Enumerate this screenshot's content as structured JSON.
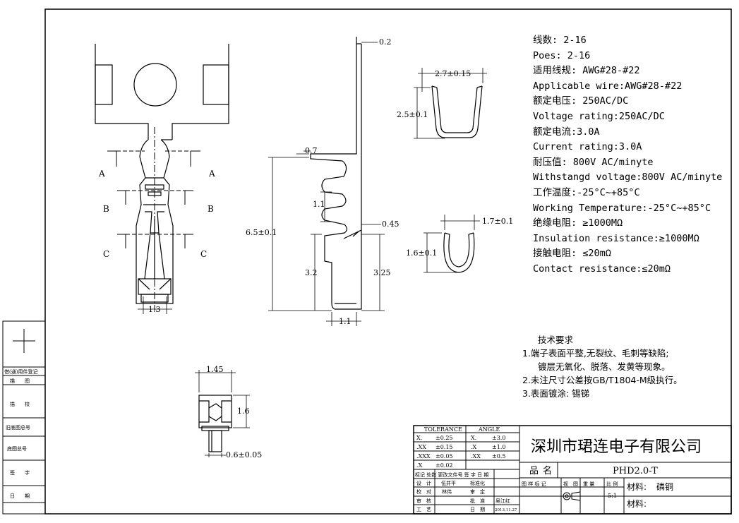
{
  "dimensions": {
    "d_0_2": "0.2",
    "d_0_7": "0.7",
    "d_6_5": "6.5±0.1",
    "d_1_1a": "1.1",
    "d_0_45": "0.45",
    "d_3_2": "3.2",
    "d_3_25": "3.25",
    "d_1_1b": "1.1",
    "d_1_3": "1.3",
    "d_2_7": "2.7±0.15",
    "d_2_5": "2.5±0.1",
    "d_1_7": "1.7±0.1",
    "d_1_6a": "1.6±0.1",
    "d_1_45": "1.45",
    "d_1_6b": "1.6",
    "d_0_6": "0.6±0.05"
  },
  "section_labels": [
    "A",
    "A",
    "B",
    "B",
    "C",
    "C"
  ],
  "specs": [
    "线数: 2-16",
    "Poes: 2-16",
    "适用线规: AWG#28-#22",
    "Applicable wire:AWG#28-#22",
    "额定电压: 250AC/DC",
    "Voltage rating:250AC/DC",
    "额定电流:3.0A",
    "Current rating:3.0A",
    "耐压值: 800V AC/minyte",
    "Withstangd voltage:800V AC/minyte",
    "工作温度:-25°C~+85°C",
    "Working Temperature:-25°C~+85°C",
    "绝缘电阻: ≥1000MΩ",
    "Insulation resistance:≥1000MΩ",
    "接触电阻: ≤20mΩ",
    "Contact resistance:≤20mΩ"
  ],
  "notes": {
    "title": "技术要求",
    "items": [
      "1.端子表面平整,无裂纹、毛刺等缺陷;",
      "镀层无氧化、脱落、发黄等现象。",
      "2.未注尺寸公差按GB/T1804-M级执行。",
      "3.表面镀涂: 锡锑"
    ]
  },
  "left_strip": {
    "rows": [
      "借(通)用件登记",
      "描　　图",
      "描　　校",
      "旧底图总号",
      "底图总号",
      "签　　字",
      "日　　期"
    ]
  },
  "title_block": {
    "tolerance_header": "TOLERANCE",
    "angle_header": "ANGLE",
    "tol_rows": [
      {
        "k": "X.",
        "v": "±0.25",
        "ak": "X.",
        "av": "±3.0"
      },
      {
        "k": ".XX",
        "v": "±0.15",
        "ak": ".X",
        "av": "±1.0"
      },
      {
        "k": ".XXX",
        "v": "±0.05",
        "ak": ".XX",
        "av": "±0.5"
      },
      {
        "k": ".X",
        "v": "±0.02",
        "ak": "",
        "av": ""
      }
    ],
    "change_row": "标记 处数 更改文件号 签 字 日 期",
    "design": "设　计",
    "designer": "伍井平",
    "std": "标准化",
    "check": "校　对",
    "checker": "林伟",
    "review": "审　定",
    "audit": "审　核",
    "approve": "批　准",
    "approver": "吴江红",
    "process": "工　艺",
    "date_label": "日　期",
    "date": "2013.11.27",
    "company": "深圳市珺连电子有限公司",
    "name_label": "品名",
    "part_no": "PHD2.0-T",
    "stage_label": "图 样 标 记",
    "view_label": "视　图",
    "weight_label": "重 量",
    "scale_label": "比 例",
    "scale": "5:1",
    "material_label": "材料:",
    "material": "磷铜",
    "material2_label": "材料:"
  }
}
